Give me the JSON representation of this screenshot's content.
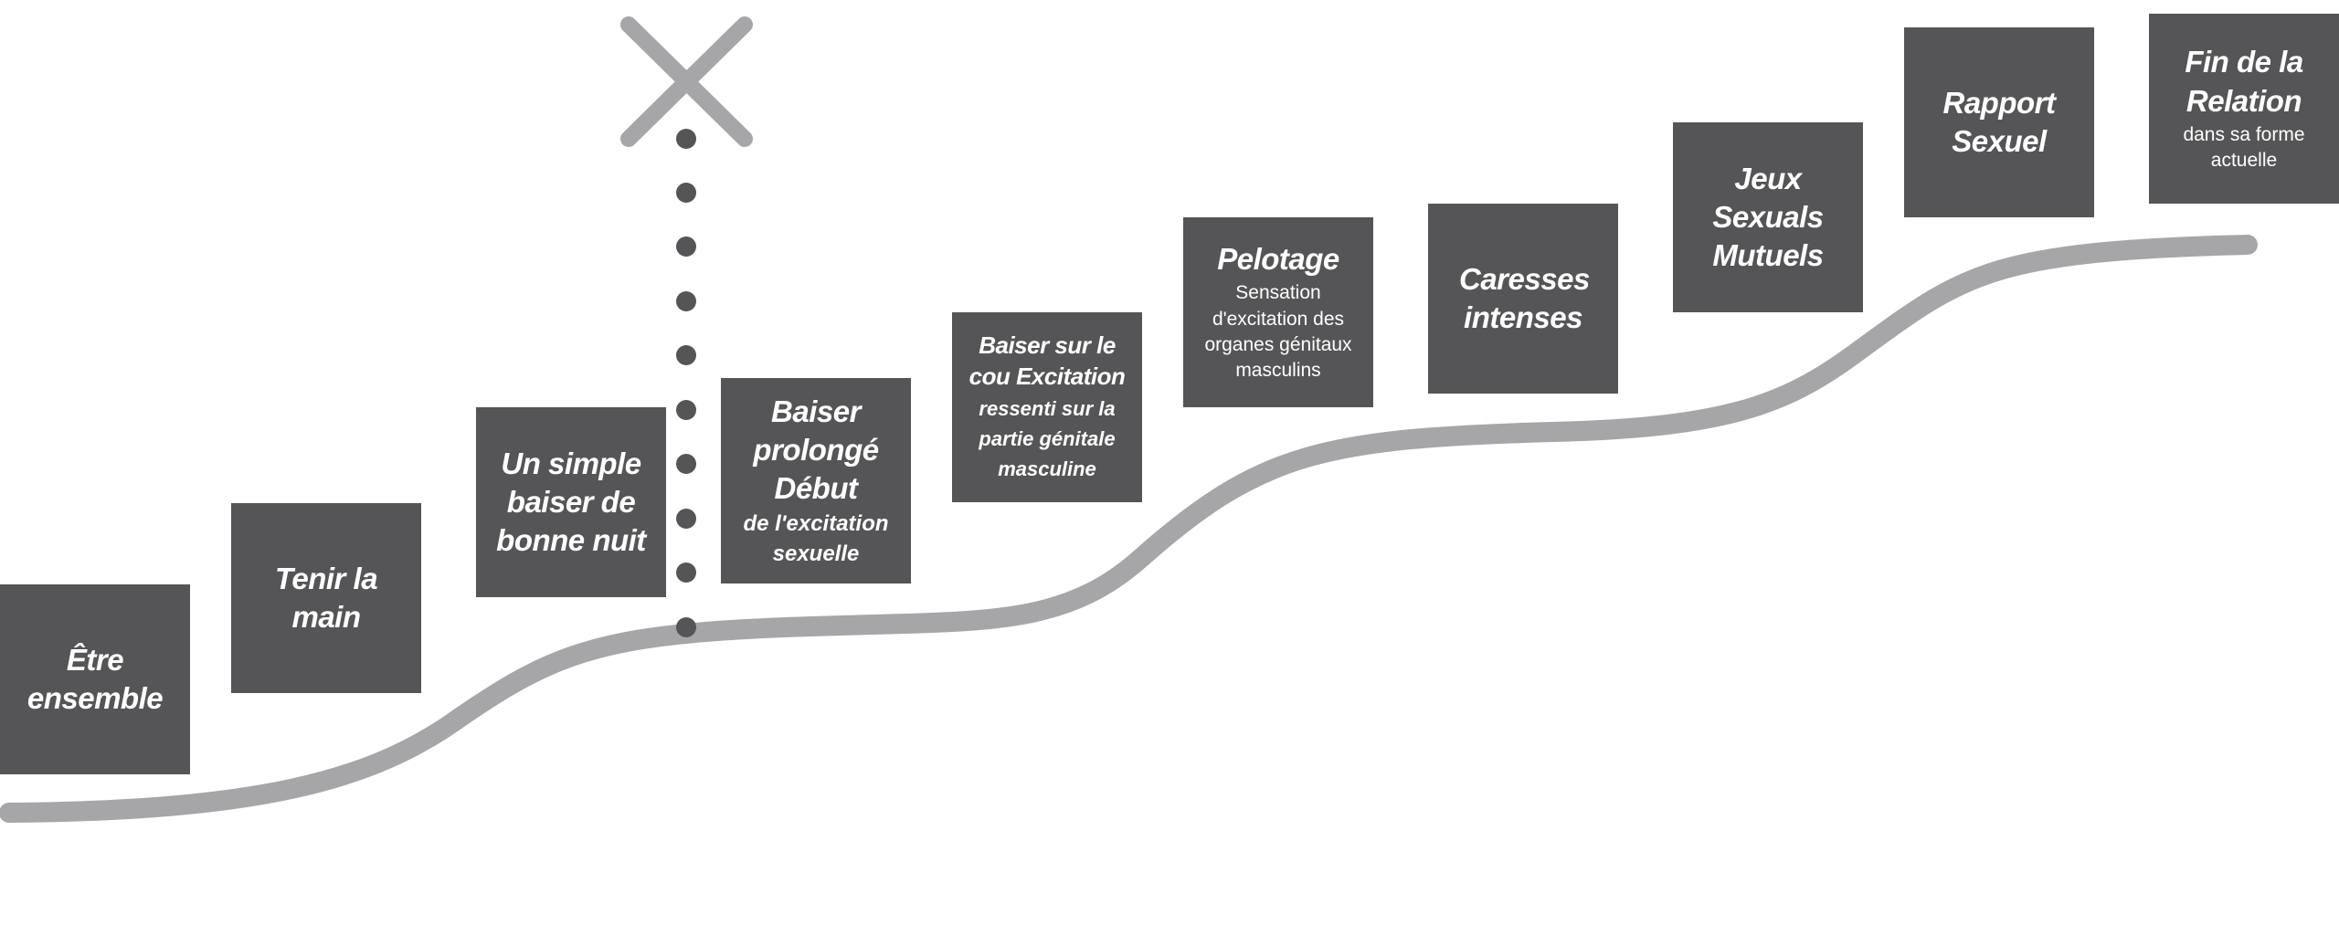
{
  "colors": {
    "box": "#555557",
    "curve": "#a6a6a8",
    "dots": "#555557",
    "cross": "#a6a6a8",
    "text": "#ffffff"
  },
  "icons": {
    "stop_marker": "x-cross-icon"
  },
  "steps": [
    {
      "title": "Être ensemble",
      "desc": ""
    },
    {
      "title": "Tenir la main",
      "desc": ""
    },
    {
      "title": "Un simple baiser de bonne nuit",
      "desc": ""
    },
    {
      "title": "Baiser prolongé Début",
      "desc": "de l'excitation sexuelle"
    },
    {
      "title": "Baiser  sur le cou Excitation",
      "desc": "ressenti sur la partie  génitale masculine"
    },
    {
      "title": "Pelotage",
      "desc": "Sensation d'excitation des organes génitaux masculins"
    },
    {
      "title": "Caresses intenses",
      "desc": ""
    },
    {
      "title": "Jeux Sexuals Mutuels",
      "desc": ""
    },
    {
      "title": "Rapport Sexuel",
      "desc": ""
    },
    {
      "title": "Fin de la Relation",
      "desc": "dans sa forme actuelle"
    }
  ]
}
